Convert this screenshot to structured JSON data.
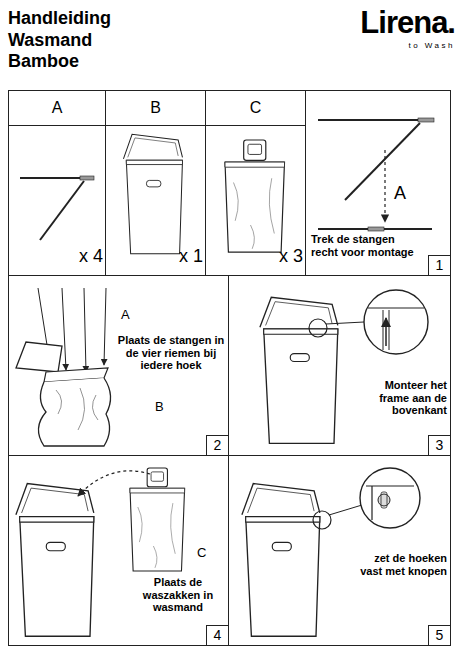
{
  "diagram": {
    "title": "Handleiding Wasmand Bamboe",
    "nodes": [
      {
        "text": [
          "A"
        ]
      },
      {
        "text": [
          "B"
        ]
      },
      {
        "text": [
          "C"
        ]
      },
      {
        "text": [
          "x 4"
        ]
      },
      {
        "text": [
          "x 1"
        ]
      },
      {
        "text": [
          "x 3"
        ]
      },
      {
        "text": [
          "A",
          "Trek de stangen recht voor montage"
        ]
      },
      {
        "text": [
          "1"
        ],
        "in": 6
      },
      {
        "text": [
          "A",
          "Plaats de stangen in de vier riemen bij iedere hoek",
          "B"
        ]
      },
      {
        "text": [
          "2"
        ],
        "in": 8
      },
      {
        "text": [
          "Monteer het frame aan de bovenkant"
        ]
      },
      {
        "text": [
          "3"
        ],
        "in": 10
      },
      {
        "text": [
          "C",
          "Plaats de waszakken in wasmand"
        ]
      },
      {
        "text": [
          "4"
        ],
        "in": 12
      },
      {
        "text": [
          "zet de hoeken vast met knopen"
        ]
      },
      {
        "text": [
          "5"
        ],
        "in": 14
      }
    ],
    "edges": [],
    "labels": [
      "Lirena.",
      "to Wash"
    ]
  }
}
